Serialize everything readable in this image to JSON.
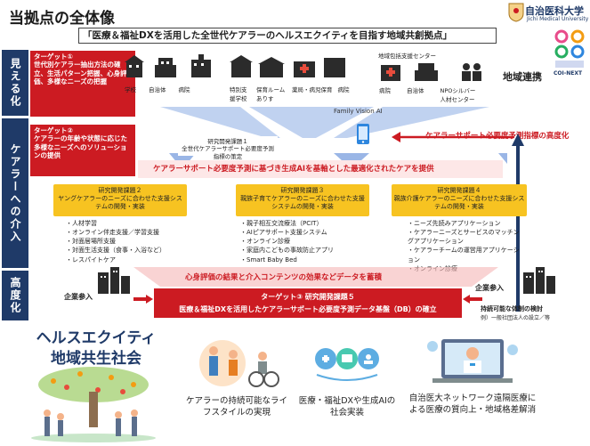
{
  "header": {
    "title": "当拠点の全体像",
    "subtitle": "「医療＆福祉DXを活用した全世代ケアラーのヘルスエクイティを目指す地域共創拠点」",
    "university_name": "自治医科大学",
    "university_en": "Jichi Medical University",
    "coinext": "COI-NEXT"
  },
  "side_labels": [
    "見える化",
    "ケアラーへの介入",
    "高度化"
  ],
  "targets": [
    {
      "title": "ターゲット①",
      "body": "世代別ケアラー抽出方法の確立、生活パターン把握、心身評価、多様なニーズの把握"
    },
    {
      "title": "ターゲット②",
      "body": "ケアラーの年齢や状態に応じた多様なニーズへのソリューションの提供"
    }
  ],
  "stakeholders": {
    "group1": [
      "学校",
      "自治体",
      "病院"
    ],
    "group2": [
      "特別支援学校",
      "保育ルームありす",
      "薬局・病児保育",
      "病院"
    ],
    "group3_title": "地域包括支援センター",
    "group3": [
      "病院",
      "自治体",
      "NPOシルバー人材センター"
    ],
    "region_label": "地域連携",
    "family_vision": "Family Vision AI"
  },
  "research1": {
    "title": "研究開発課題１",
    "body": "全世代ケアラーサポート必要度予測指標の策定"
  },
  "red_arrow_1": "ケアラーサポート必要度予測指標の高度化",
  "banner_mid": "ケアラーサポート必要度予測に基づき生成AIを基軸とした最適化されたケアを提供",
  "research_tasks": [
    {
      "title": "研究開発課題２",
      "body": "ヤングケアラーのニーズに合わせた支援システムの開発・実装",
      "items": [
        "人材学習",
        "オンライン伴走支援／学習支援",
        "対面居場所支援",
        "対面生活支援（食事・入浴など）",
        "レスパイトケア"
      ]
    },
    {
      "title": "研究開発課題３",
      "body": "親族子育てケアラーのニーズに合わせた支援システムの開発・実装",
      "items": [
        "親子相互交流療法（PCIT）",
        "AIピアサポート支援システム",
        "オンライン診療",
        "家庭内こどもの事故防止アプリ",
        "Smart Baby Bed"
      ]
    },
    {
      "title": "研究開発課題４",
      "body": "親族介護ケアラーのニーズに合わせた支援システムの開発・実装",
      "items": [
        "ニーズ先読みアプリケーション",
        "ケアラーニーズとサービスのマッチングアプリケーション",
        "ケアラーチームの運営用アプリケーション",
        "オンライン診療"
      ]
    }
  ],
  "feedback": "心身評価の結果と介入コンテンツの効果などデータを蓄積",
  "db": {
    "title": "ターゲット③ 研究開発課題５",
    "body": "医療＆福祉DXを活用したケアラーサポート必要度予測データ基盤（DB）の確立"
  },
  "company_left": "企業参入",
  "company_right": "企業参入",
  "sustainable": "持続可能な体制の検討",
  "sustainable_sub": "例）一般社団法人の設立／等",
  "bottom": {
    "heading_line1": "ヘルスエクイティ",
    "heading_line2": "地域共生社会",
    "captions": [
      "ケアラーの持続可能なライフスタイルの実現",
      "医療・福祉DXや生成AIの社会実装",
      "自治医大ネットワーク遠隔医療による医療の質向上・地域格差解消"
    ]
  },
  "colors": {
    "navy": "#1f3a68",
    "red": "#cc1b22",
    "yellow": "#f7c321",
    "blue_arrow": "#9ab6e6",
    "pink": "#f5b5b5"
  }
}
